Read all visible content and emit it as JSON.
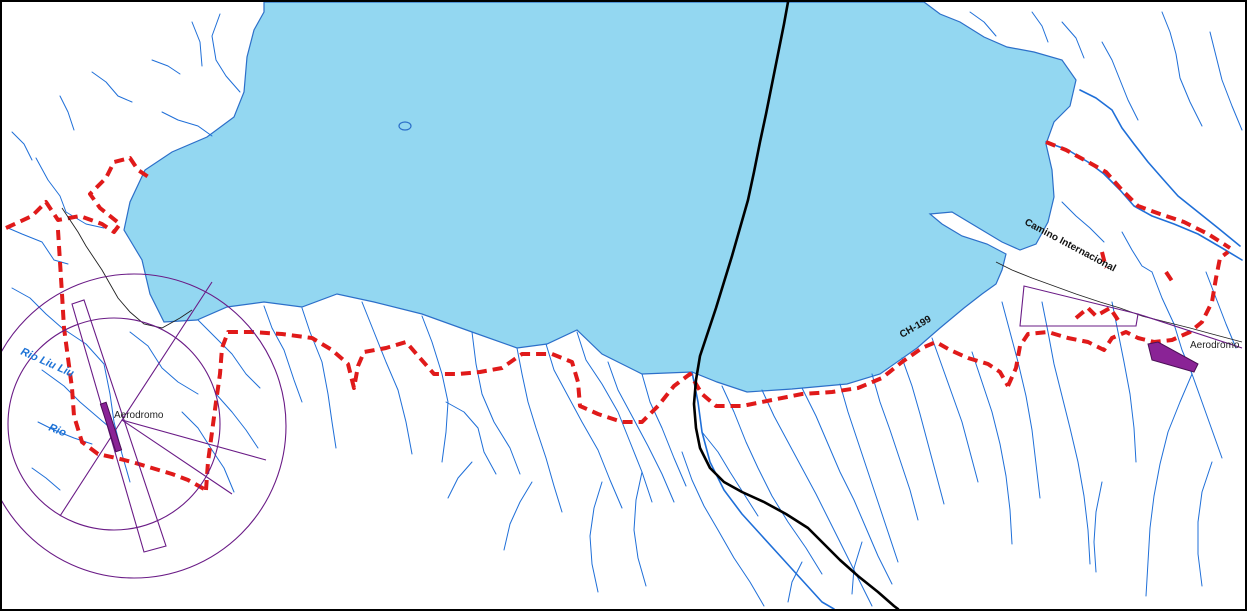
{
  "map": {
    "colors": {
      "lake": "#93d7f1",
      "river": "#1f6fd8",
      "road": "#000000",
      "boundary": "#e01a1a",
      "aerodrome_zone": "#6a1b86"
    },
    "labels": {
      "aerodrome_west": "Aerodromo",
      "aerodrome_east": "Aerodromo",
      "camino_internacional": "Camino Internacional",
      "route_ch199": "CH-199",
      "rio_liu_liu": "Rio Liu Liu",
      "rio_minor": "Rio"
    }
  }
}
